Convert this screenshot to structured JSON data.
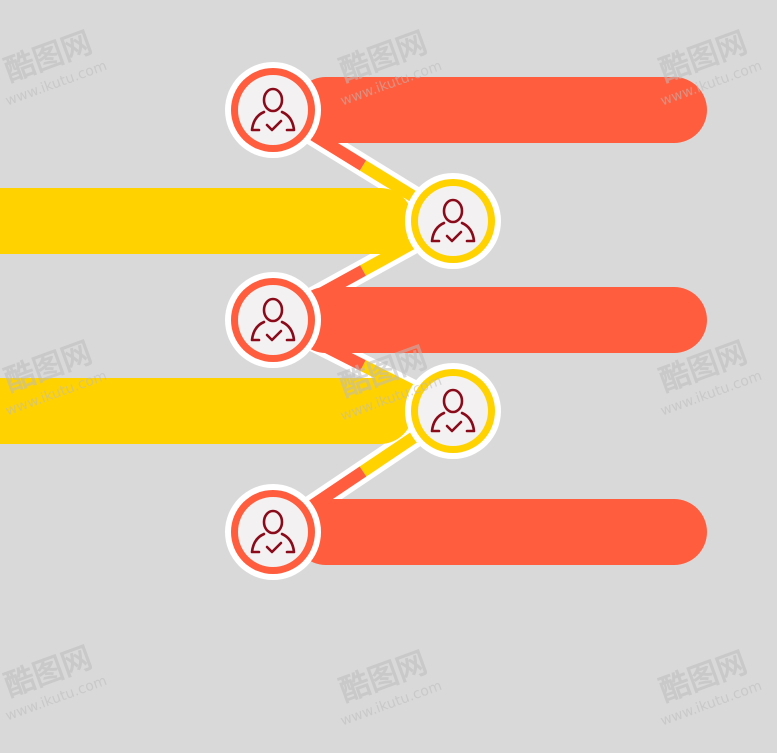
{
  "colors": {
    "background": "#d9d9d9",
    "orange": "#ff5d3d",
    "yellow": "#ffd200",
    "icon_fill": "#f3f1f1",
    "icon_stroke": "#8b0a1a",
    "outline": "#ffffff"
  },
  "steps": [
    {
      "side": "right",
      "color": "orange",
      "icon": "user-check-icon"
    },
    {
      "side": "left",
      "color": "yellow",
      "icon": "user-check-icon"
    },
    {
      "side": "right",
      "color": "orange",
      "icon": "user-check-icon"
    },
    {
      "side": "left",
      "color": "yellow",
      "icon": "user-check-icon"
    },
    {
      "side": "right",
      "color": "orange",
      "icon": "user-check-icon"
    }
  ],
  "watermark": {
    "logo_text": "酷图网",
    "url_text": "www.ikutu.com"
  }
}
